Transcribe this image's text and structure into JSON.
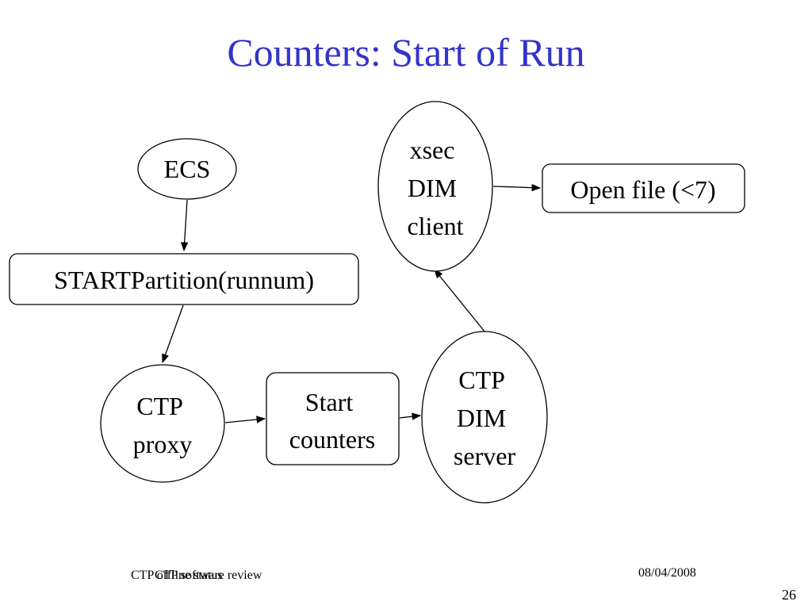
{
  "title": "Counters: Start of Run",
  "nodes": {
    "ecs": "ECS",
    "start_partition": "STARTPartition(runnum)",
    "ctp_proxy": [
      "CTP",
      "proxy"
    ],
    "start_counters": [
      "Start",
      "counters"
    ],
    "ctp_dim_server": [
      "CTP",
      "DIM",
      "server"
    ],
    "xsec_dim_client": [
      "xsec",
      "DIM",
      "client"
    ],
    "open_file": "Open file (<7)"
  },
  "footer": {
    "left_text_a": "CTP offline status",
    "left_text_b": "CTP software review",
    "date": "08/04/2008",
    "page_number": "26"
  }
}
